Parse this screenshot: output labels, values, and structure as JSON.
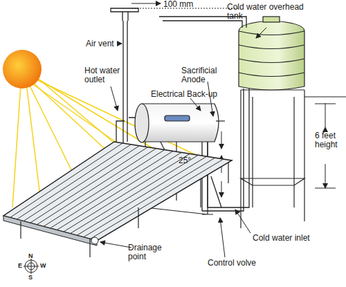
{
  "diagram": {
    "labels": [
      "100 mm",
      "Cold water overhead tank",
      "Air vent",
      "Sacrificial Anode",
      "Hot water outlet",
      "Electrical Back-up",
      "25°",
      "6 feet height",
      "Cold water inlet",
      "Control volve",
      "Drainage point",
      "N",
      "E",
      "W",
      "S"
    ]
  }
}
